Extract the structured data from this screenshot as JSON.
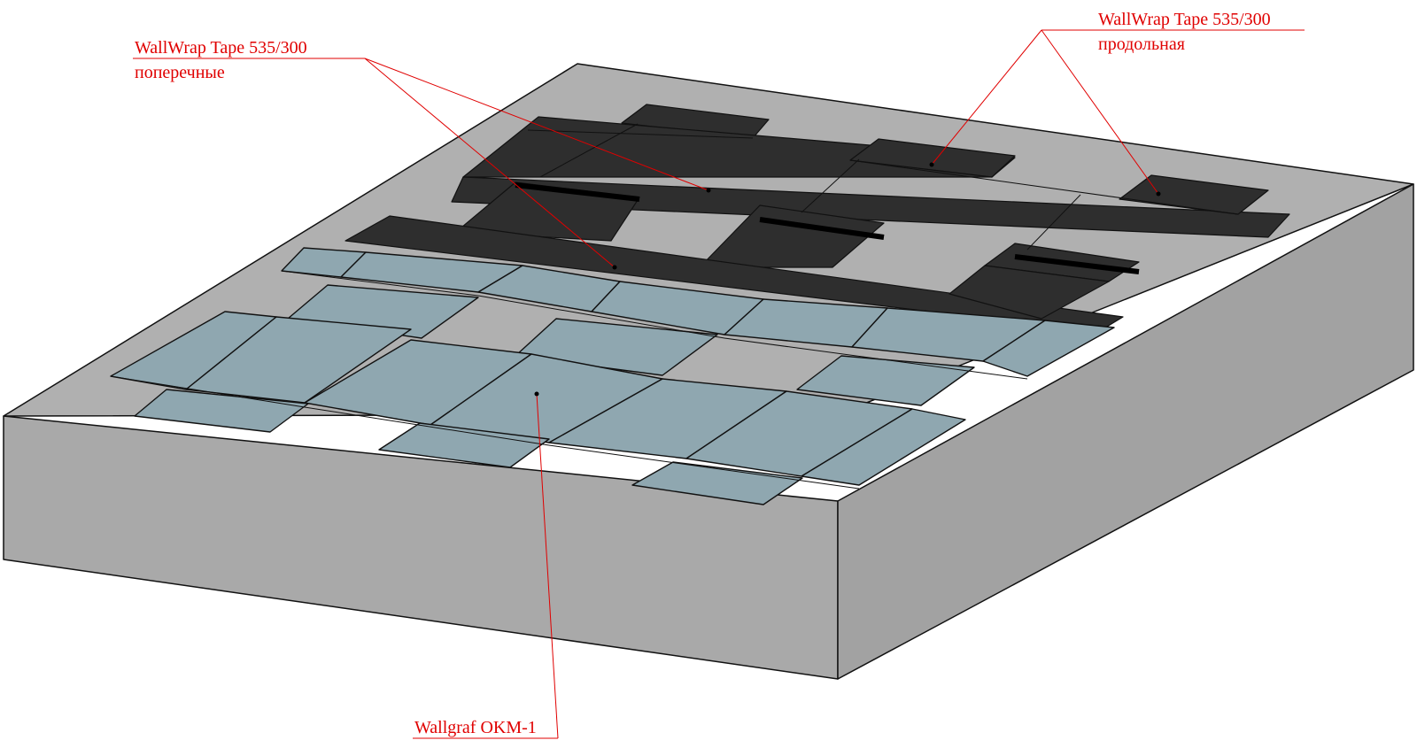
{
  "colors": {
    "background": "#ffffff",
    "slab_top": "#b0b0b0",
    "slab_front": "#a9a9a9",
    "slab_side": "#a2a2a2",
    "tape": "#2e2e2e",
    "tape_seam": "#000000",
    "plate": "#8fa7b0",
    "plate_bevel": "#7f97a0",
    "outline": "#111111",
    "callout": "#e00000"
  },
  "callouts": {
    "transverse": {
      "line1": "WallWrap Tape 535/300",
      "line2": "поперечные"
    },
    "longitudinal": {
      "line1": "WallWrap Tape 535/300",
      "line2": "продольная"
    },
    "plates": {
      "line1": "Wallgraf OKM-1"
    }
  }
}
